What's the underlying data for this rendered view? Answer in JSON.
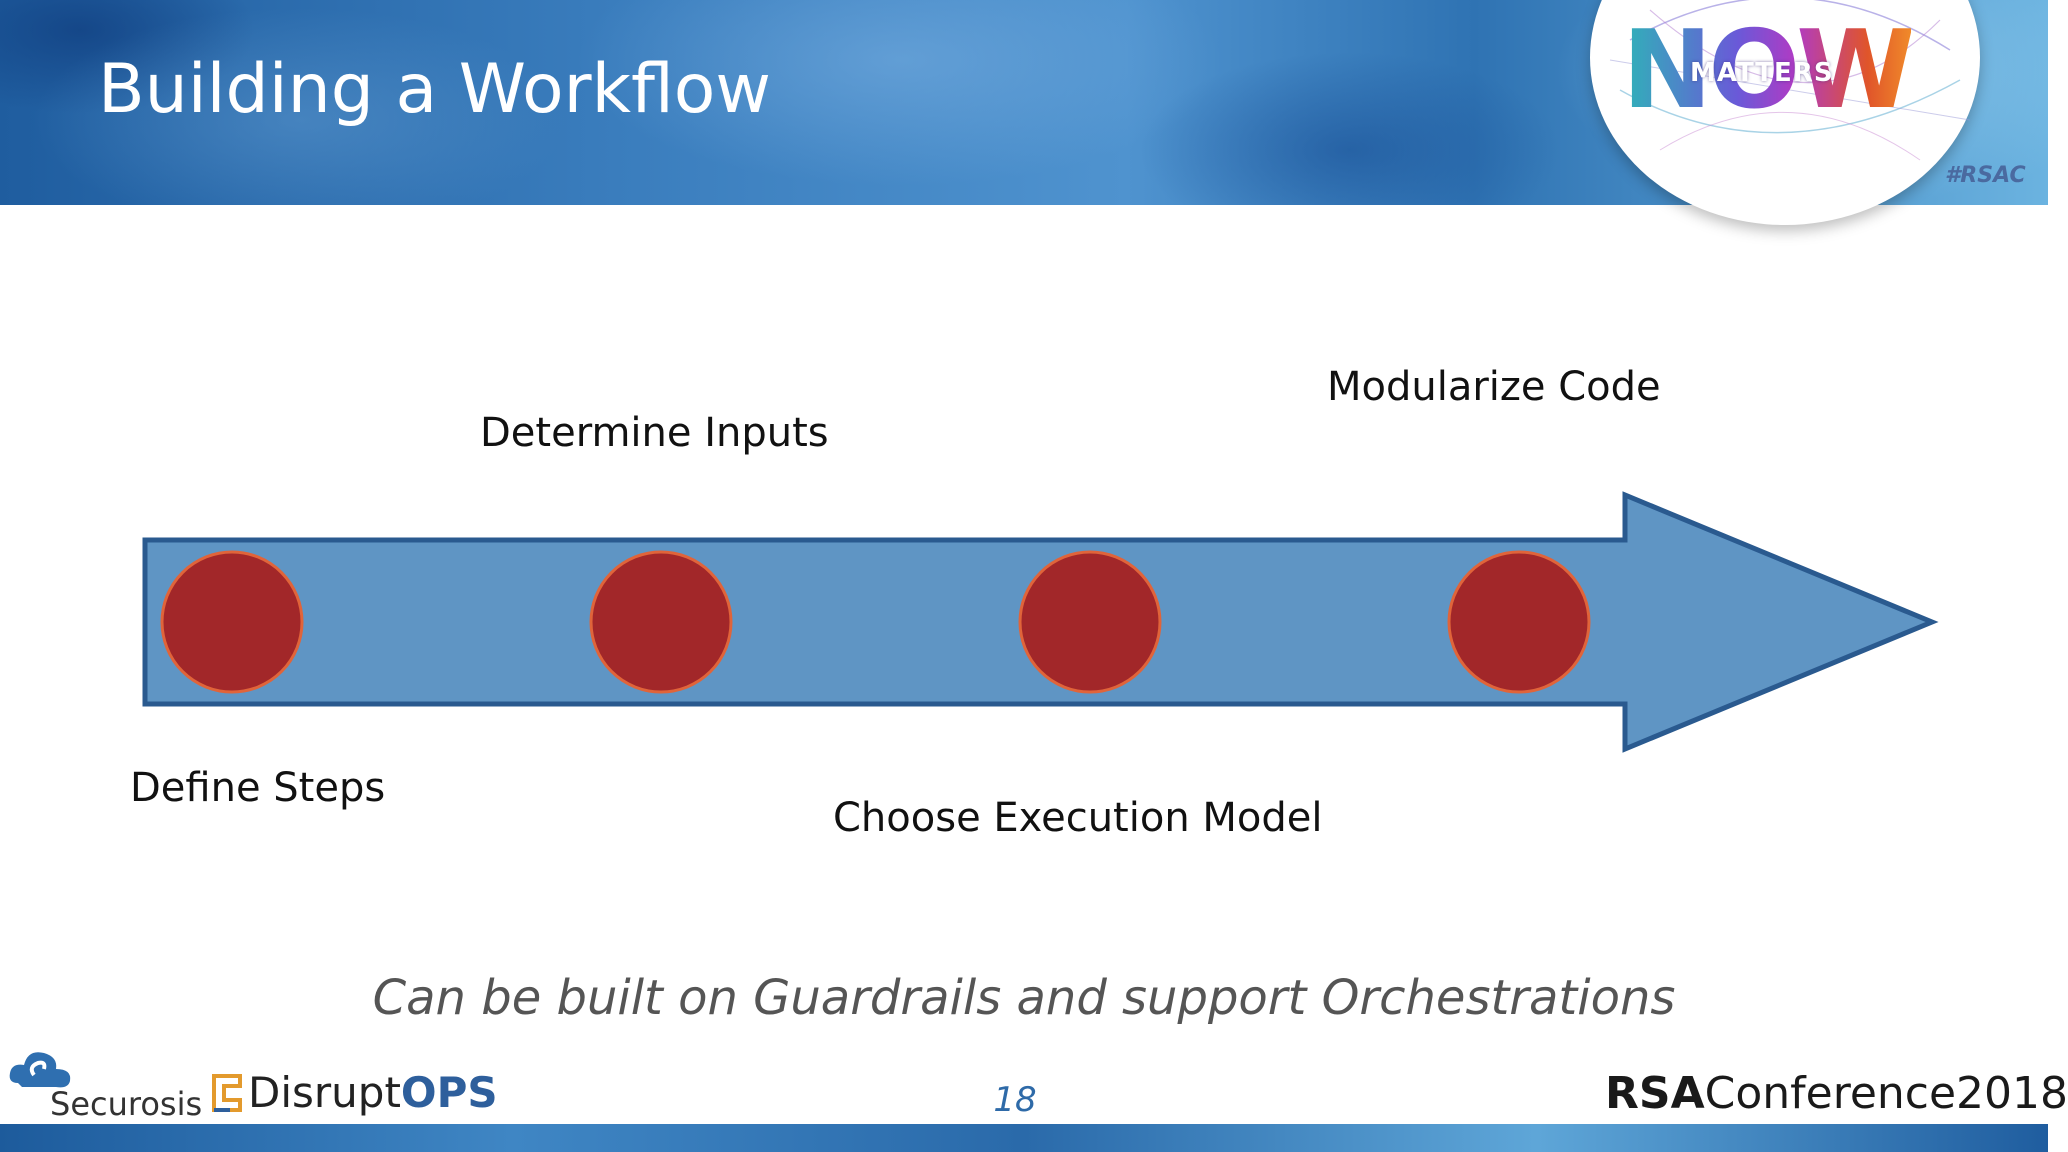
{
  "slide": {
    "title": "Building a Workflow",
    "subtitle": "Can be built on Guardrails and support Orchestrations",
    "page_number": "18"
  },
  "badge": {
    "now": "NOW",
    "matters": "MATTERS",
    "hashtag": "#RSAC"
  },
  "diagram": {
    "steps": [
      {
        "label": "Define Steps"
      },
      {
        "label": "Determine Inputs"
      },
      {
        "label": "Choose Execution Model"
      },
      {
        "label": "Modularize Code"
      }
    ],
    "colors": {
      "arrow_fill": "#5f95c4",
      "arrow_stroke": "#2a5a8f",
      "node_fill": "#a22729",
      "node_stroke": "#e0643a"
    }
  },
  "footer": {
    "securosis": "Securosis",
    "disrupt": "Disrupt",
    "ops": "OPS",
    "rsa": "RSA",
    "conference": "Conference2018"
  }
}
